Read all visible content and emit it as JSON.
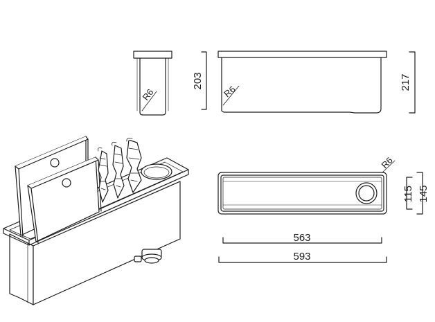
{
  "drawing": {
    "section_left": {
      "height_label": "203",
      "radius_label": "R6"
    },
    "section_right": {
      "height_label": "217",
      "radius_label": "R6"
    },
    "top_view": {
      "radius_label": "R6",
      "inner_height_label": "115",
      "outer_height_label": "145",
      "inner_width_label": "563",
      "outer_width_label": "593"
    },
    "isometric_view": {
      "contents": [
        "cutting-board",
        "cutting-board",
        "knife",
        "knife",
        "knife",
        "drain-outlet"
      ]
    },
    "line_color": "#1a1a1a"
  }
}
